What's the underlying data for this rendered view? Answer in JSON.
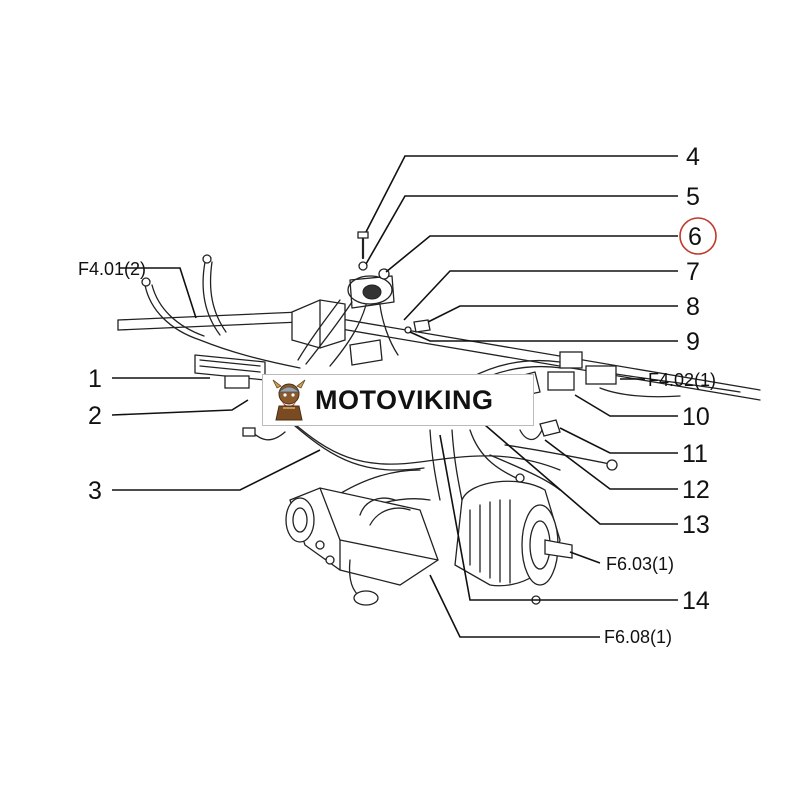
{
  "callouts": {
    "c1": "1",
    "c2": "2",
    "c3": "3",
    "c4": "4",
    "c5": "5",
    "c6": "6",
    "c7": "7",
    "c8": "8",
    "c9": "9",
    "c10": "10",
    "c11": "11",
    "c12": "12",
    "c13": "13",
    "c14": "14"
  },
  "references": {
    "f401": "F4.01(2)",
    "f402": "F4.02(1)",
    "f603": "F6.03(1)",
    "f608": "F6.08(1)"
  },
  "highlight": {
    "callout": "6",
    "color": "#c0392b"
  },
  "watermark": {
    "text": "MOTOVIKING",
    "icon": "viking-mascot-icon"
  }
}
